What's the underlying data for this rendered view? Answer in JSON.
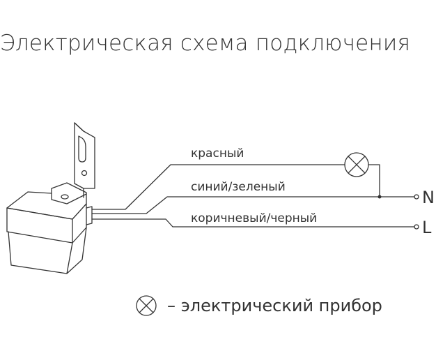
{
  "title": "Электрическая схема подключения",
  "wires": {
    "red": "красный",
    "blue_green": "синий/зеленый",
    "brown_black": "коричневый/черный"
  },
  "terminals": {
    "neutral": "N",
    "line": "L"
  },
  "legend": {
    "icon": "lamp-cross-icon",
    "text": "– электрический прибор"
  }
}
